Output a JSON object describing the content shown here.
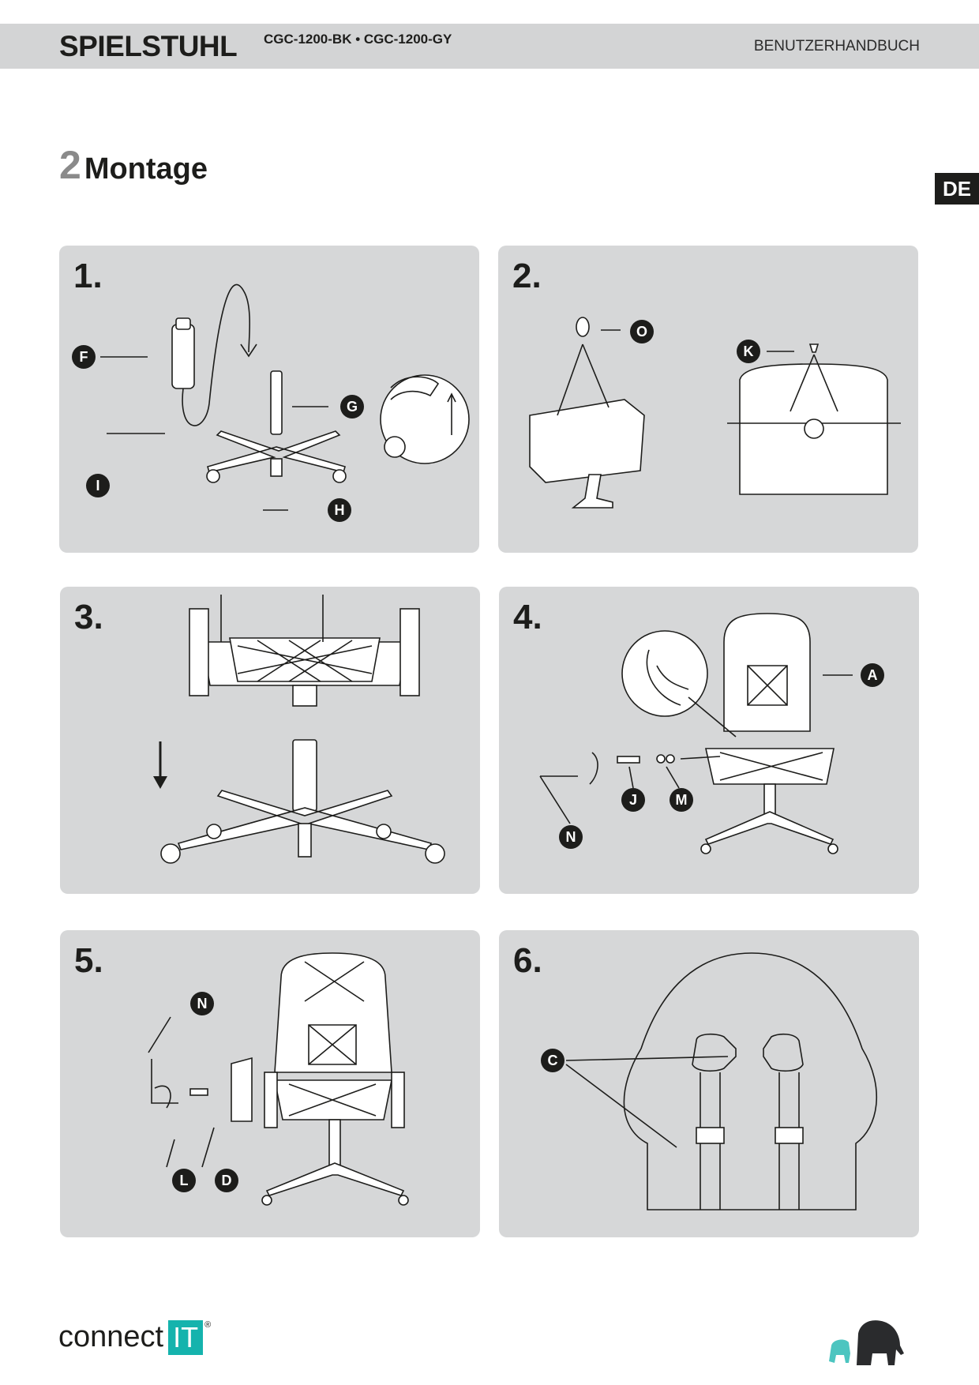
{
  "header": {
    "title": "SPIELSTUHL",
    "models": "CGC-1200-BK • CGC-1200-GY",
    "doc_type": "BENUTZERHANDBUCH"
  },
  "section": {
    "number": "2",
    "title": "Montage"
  },
  "language_tab": "DE",
  "steps": [
    {
      "label": "1.",
      "parts": [
        "F",
        "G",
        "I",
        "H"
      ]
    },
    {
      "label": "2.",
      "parts": [
        "O",
        "K"
      ]
    },
    {
      "label": "3.",
      "parts": []
    },
    {
      "label": "4.",
      "parts": [
        "A",
        "J",
        "M",
        "N"
      ]
    },
    {
      "label": "5.",
      "parts": [
        "N",
        "L",
        "D"
      ]
    },
    {
      "label": "6.",
      "parts": [
        "C"
      ]
    }
  ],
  "footer": {
    "brand": "connect",
    "brand_box": "IT",
    "registered": "®"
  },
  "colors": {
    "band": "#d3d4d5",
    "panel": "#d6d7d8",
    "brand": "#15b3ad",
    "ink": "#1d1d1b"
  }
}
